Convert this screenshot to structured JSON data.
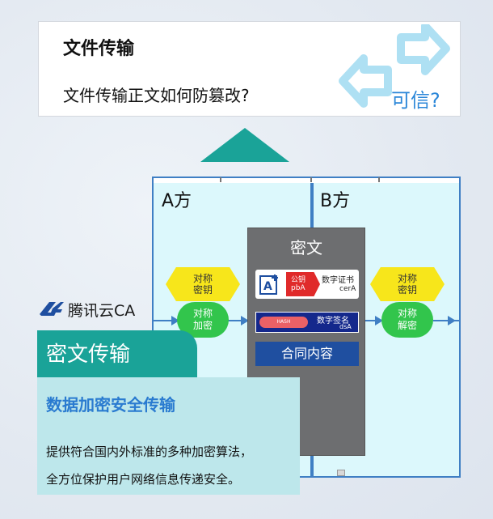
{
  "top": {
    "title": "文件传输",
    "question": "文件传输正文如何防篡改?",
    "trust": "可信?"
  },
  "panel": {
    "left_label": "A方",
    "right_label": "B方"
  },
  "sender": {
    "key": "对称\n密钥",
    "encrypt": "对称\n加密"
  },
  "receiver": {
    "key": "对称\n密钥",
    "decrypt": "对称\n解密"
  },
  "cipher": {
    "title": "密文",
    "cert_public": "公钥",
    "cert_public_id": "pbA",
    "cert_name": "数字证书",
    "cert_id": "cerA",
    "hash": "HASH",
    "signature_name": "数字签名",
    "signature_id": "dsA",
    "contract": "合同内容"
  },
  "brand": {
    "name": "腾讯云CA"
  },
  "overlay": {
    "tab_title": "密文传输",
    "heading": "数据加密安全传输",
    "line1": "提供符合国内外标准的多种加密算法，",
    "line2": "全方位保护用户网络信息传递安全。"
  },
  "colors": {
    "teal": "#1aa398",
    "arrow_blue": "#aee0f3",
    "trust_blue": "#2a86d8",
    "key_yellow": "#f7e61b",
    "crypto_green": "#32c54c",
    "cipher_gray": "#6d6e70",
    "signature_navy": "#14288c",
    "contract_blue": "#1f4fa0"
  }
}
